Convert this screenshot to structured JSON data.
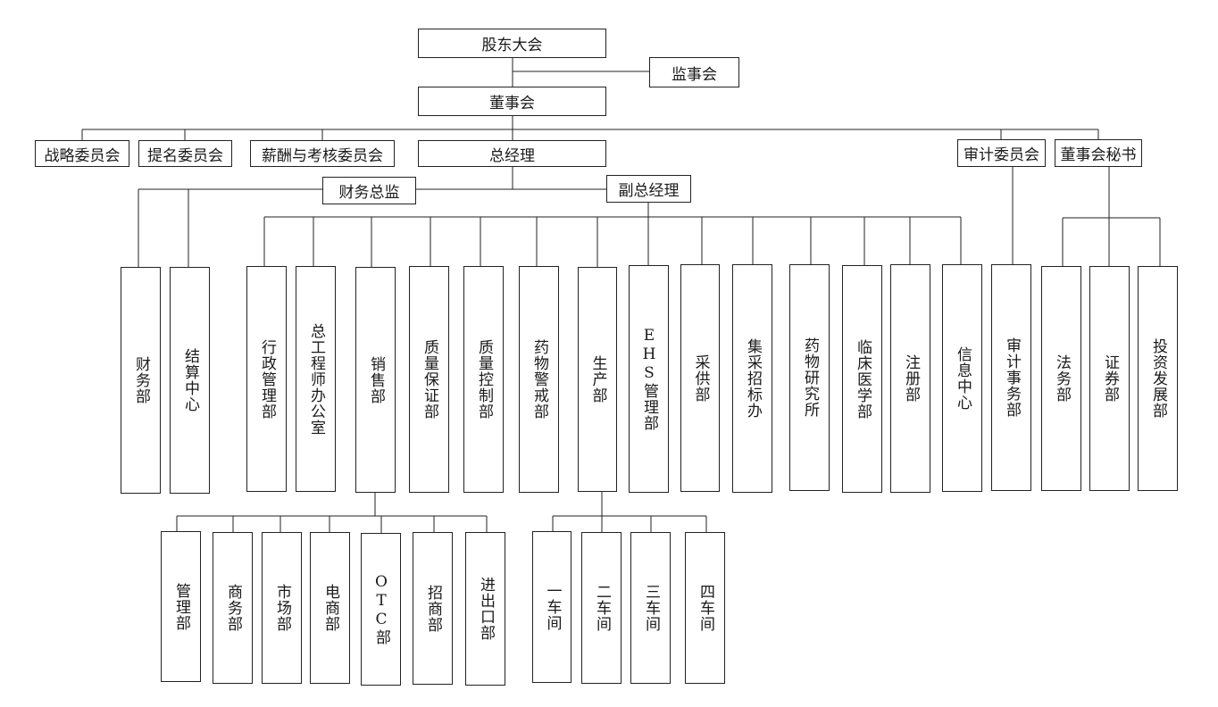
{
  "top": {
    "shareholders": "股东大会",
    "supervisory_board": "监事会",
    "board": "董事会"
  },
  "committees": {
    "strategy": "战略委员会",
    "nomination": "提名委员会",
    "compensation": "薪酬与考核委员会",
    "audit": "审计委员会"
  },
  "general_manager": "总经理",
  "board_secretary": "董事会秘书",
  "cfo": {
    "label": "财务总监",
    "departments": [
      "财务部",
      "结算中心"
    ]
  },
  "deputy_gm": {
    "label": "副总经理",
    "departments": [
      "行政管理部",
      "总工程师办公室",
      "销售部",
      "质量保证部",
      "质量控制部",
      "药物警戒部",
      "生产部",
      "EHS管理部",
      "采供部",
      "集采招标办",
      "药物研究所",
      "临床医学部",
      "注册部",
      "信息中心"
    ]
  },
  "audit_departments": [
    "审计事务部"
  ],
  "secretary_departments": [
    "法务部",
    "证券部",
    "投资发展部"
  ],
  "sales_subdepartments": [
    "管理部",
    "商务部",
    "市场部",
    "电商部",
    "OTC部",
    "招商部",
    "进出口部"
  ],
  "production_workshops": [
    "一车间",
    "二车间",
    "三车间",
    "四车间"
  ]
}
